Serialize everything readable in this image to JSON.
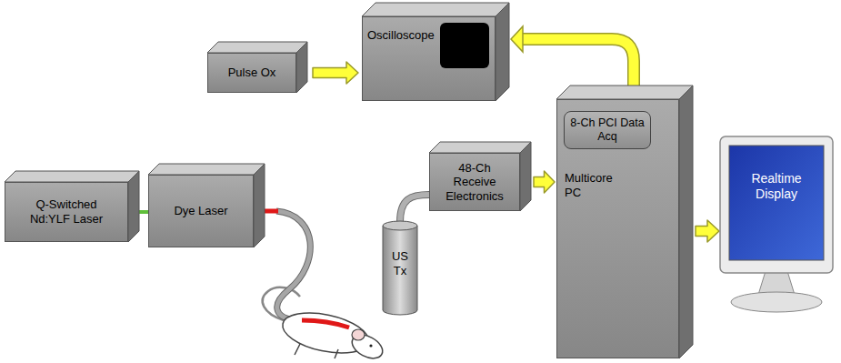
{
  "diagram": {
    "nodes": [
      {
        "text": [
          "Pulse Ox"
        ]
      },
      {
        "text": [
          "Oscilloscope"
        ]
      },
      {
        "text": [
          "Q-Switched Nd:YLF Laser"
        ]
      },
      {
        "text": [
          "Dye Laser"
        ]
      },
      {
        "text": [
          "US Tx"
        ]
      },
      {
        "text": [
          "48-Ch Receive Electronics"
        ]
      },
      {
        "text": [
          "Multicore PC"
        ]
      },
      {
        "text": [
          "8-Ch PCI Data Acq"
        ],
        "in": 6
      },
      {
        "text": [
          "Realtime Display"
        ]
      }
    ],
    "edges": [
      {
        "from": 0,
        "to": 1,
        "arrow": "to"
      },
      {
        "from": 2,
        "to": 3,
        "arrow": "none"
      },
      {
        "from": 4,
        "to": 5,
        "arrow": "none"
      },
      {
        "from": 5,
        "to": 6,
        "arrow": "to"
      },
      {
        "from": 6,
        "to": 1,
        "arrow": "to"
      },
      {
        "from": 6,
        "to": 8,
        "arrow": "to"
      }
    ]
  }
}
